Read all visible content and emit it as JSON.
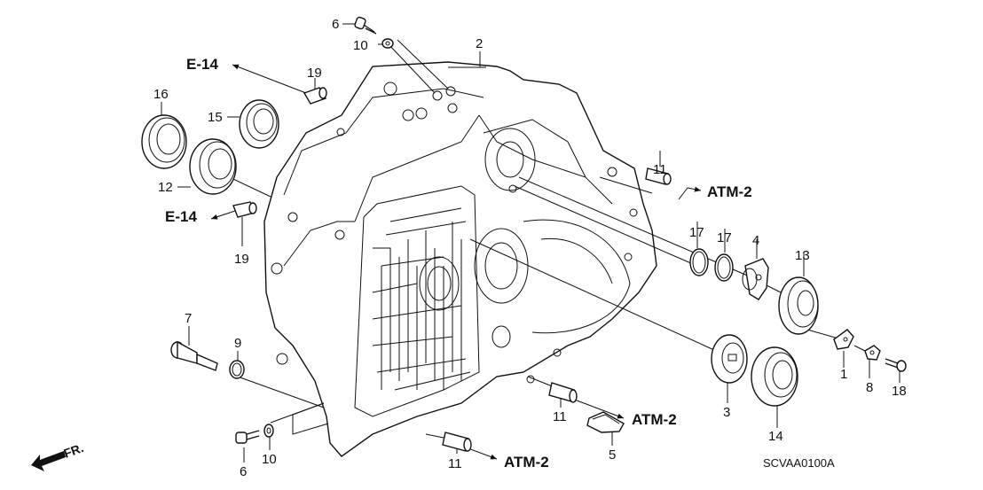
{
  "diagram": {
    "drawing_code": "SCVAA0100A",
    "direction_label": "FR.",
    "references": {
      "e14_upper": "E-14",
      "e14_lower": "E-14",
      "atm2_right": "ATM-2",
      "atm2_bottom_right": "ATM-2",
      "atm2_bottom": "ATM-2"
    },
    "callouts": {
      "p1": "1",
      "p2": "2",
      "p3": "3",
      "p4": "4",
      "p5": "5",
      "p6_top": "6",
      "p6_bottom": "6",
      "p7": "7",
      "p8": "8",
      "p9": "9",
      "p10_top": "10",
      "p10_bottom": "10",
      "p11_right": "11",
      "p11_mid": "11",
      "p11_bottom": "11",
      "p12": "12",
      "p13": "13",
      "p14": "14",
      "p15": "15",
      "p16": "16",
      "p17_a": "17",
      "p17_b": "17",
      "p18": "18",
      "p19_top": "19",
      "p19_bottom": "19"
    }
  }
}
